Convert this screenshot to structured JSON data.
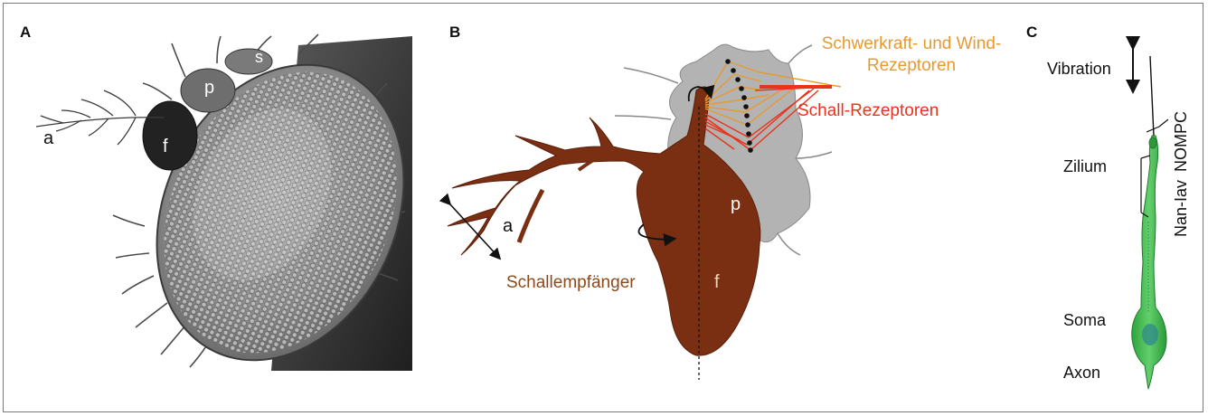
{
  "panels": {
    "a": {
      "letter": "A",
      "labels": {
        "arista": "a",
        "funiculus": "f",
        "pedicel": "p",
        "scape": "s"
      }
    },
    "b": {
      "letter": "B",
      "labels": {
        "gravity_wind": [
          "Schwerkraft- und Wind-",
          "Rezeptoren"
        ],
        "sound_receptors": "Schall-Rezeptoren",
        "sound_receiver": "Schallempfänger",
        "arista": "a",
        "pedicel": "p",
        "funiculus": "f"
      },
      "colors": {
        "antenna": "#7a2e12",
        "pedicel": "#aaaaaa",
        "gravity_wind": "#e79a2f",
        "sound": "#e8341c",
        "label_brown": "#8a4a1c"
      }
    },
    "c": {
      "letter": "C",
      "labels": {
        "vibration": "Vibration",
        "nompc": "NOMPC",
        "zilium": "Zilium",
        "nan_iav": "Nan-Iav",
        "soma": "Soma",
        "axon": "Axon"
      },
      "colors": {
        "neuron": "#3bb64a"
      }
    }
  }
}
